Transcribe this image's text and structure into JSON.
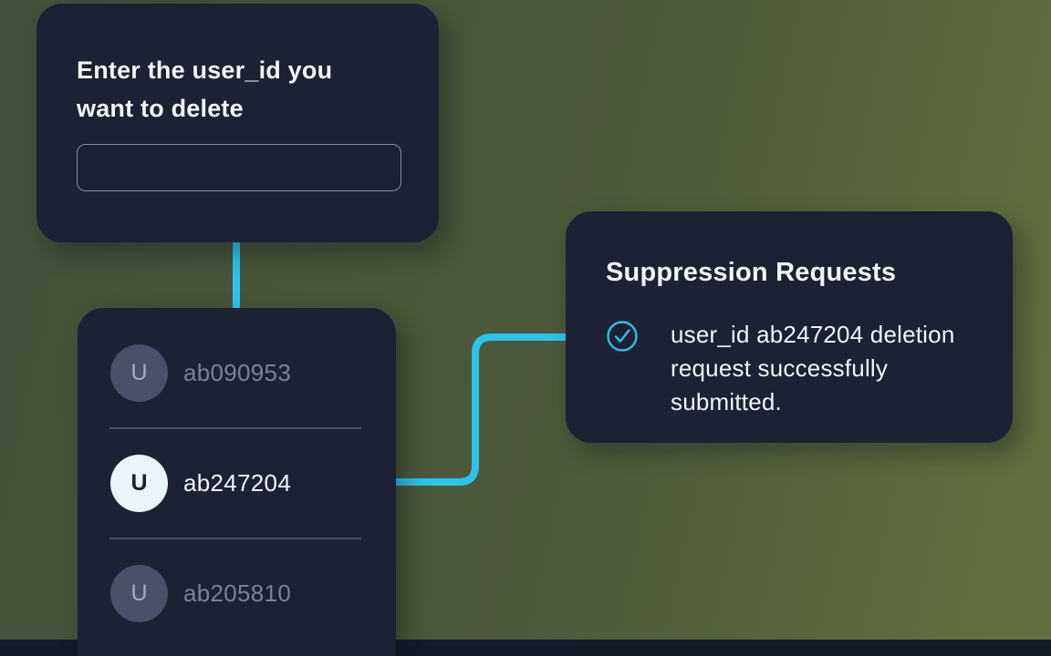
{
  "colors": {
    "background_start": "#44503a",
    "background_mid": "#4c5939",
    "background_end": "#64713f",
    "card_bg": "#1c2134",
    "accent": "#2cc4ec",
    "text_primary": "#f4f5f7",
    "text_muted": "#7c8194",
    "divider": "#4a5063",
    "avatar_bg": "#4a5069",
    "avatar_text": "#a7abbd",
    "avatar_active_bg": "#e9f5fa",
    "avatar_active_text": "#1c2134",
    "input_border": "#8b92a2",
    "bottom_strip": "#141929"
  },
  "prompt_card": {
    "title": "Enter the user_id you want to delete",
    "input_value": ""
  },
  "user_list_card": {
    "items": [
      {
        "initial": "U",
        "user_id": "ab090953",
        "active": false
      },
      {
        "initial": "U",
        "user_id": "ab247204",
        "active": true
      },
      {
        "initial": "U",
        "user_id": "ab205810",
        "active": false
      }
    ]
  },
  "result_card": {
    "title": "Suppression Requests",
    "message": "user_id ab247204 deletion request successfully submitted."
  }
}
